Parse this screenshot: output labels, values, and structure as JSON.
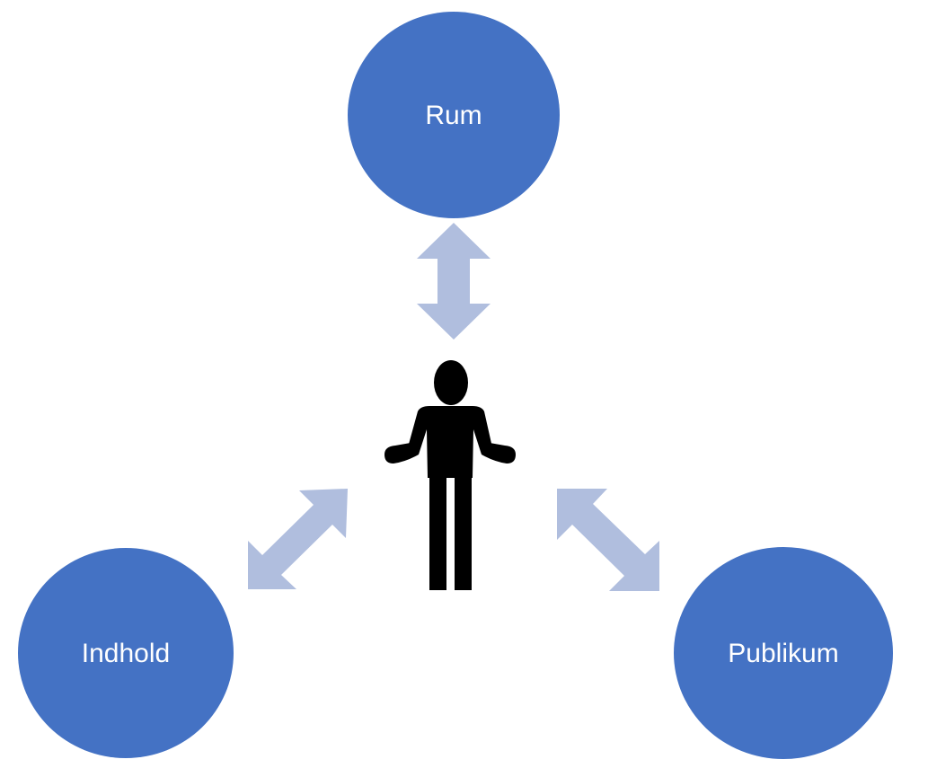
{
  "diagram": {
    "nodes": {
      "top": {
        "label": "Rum"
      },
      "left": {
        "label": "Indhold"
      },
      "right": {
        "label": "Publikum"
      }
    },
    "center_icon": "person-icon",
    "colors": {
      "node_fill": "#4472C4",
      "arrow_fill": "#B0BEDE",
      "person_fill": "#000000",
      "label_text": "#FFFFFF"
    }
  }
}
